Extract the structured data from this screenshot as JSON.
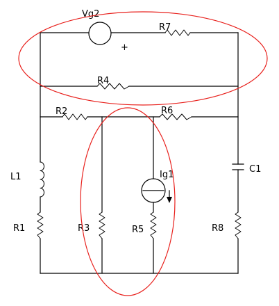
{
  "labels": {
    "vg2": "Vg2",
    "vg2_plus": "+",
    "r7": "R7",
    "r4": "R4",
    "r2": "R2",
    "r6": "R6",
    "l1": "L1",
    "ig1": "Ig1",
    "c1": "C1",
    "r1": "R1",
    "r3": "R3",
    "r5": "R5",
    "r8": "R8"
  },
  "colors": {
    "wire": "#000000",
    "highlight": "#e8201c",
    "background": "#ffffff"
  }
}
